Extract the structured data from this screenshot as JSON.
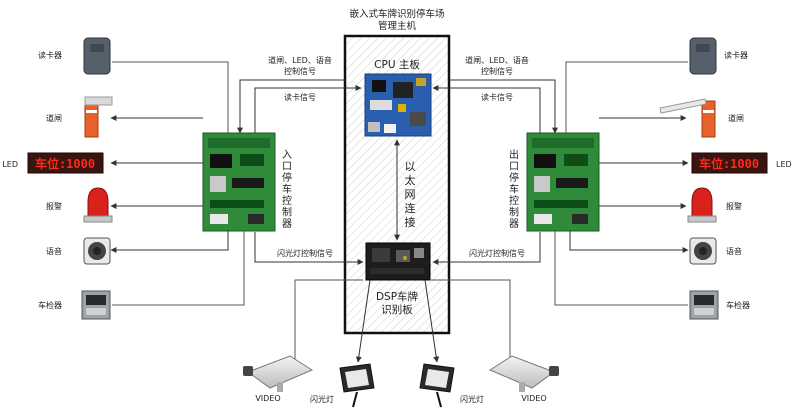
{
  "host": {
    "title_line1": "嵌入式车牌识别停车场",
    "title_line2": "管理主机"
  },
  "cpu": {
    "label": "CPU 主板"
  },
  "dsp": {
    "label_line1": "DSP车牌",
    "label_line2": "识别板"
  },
  "ethernet": {
    "label_chars": [
      "以",
      "太",
      "网",
      "连",
      "接"
    ]
  },
  "controllers": {
    "entry_label": "入口停车控制器",
    "exit_label": "出口停车控制器"
  },
  "signals": {
    "gate_line1": "道闸、LED、语音",
    "gate_line2": "控制信号",
    "reader": "读卡信号",
    "flash": "闪光灯控制信号"
  },
  "devices": {
    "card_reader": "读卡器",
    "barrier": "道闸",
    "led": "LED",
    "alarm": "报警",
    "voice": "语音",
    "detector": "车检器",
    "video": "VIDEO",
    "flash": "闪光灯"
  },
  "led_display": {
    "text": "车位:1000"
  },
  "colors": {
    "pcb_green": "#2f8a3a",
    "board_blue": "#2a5fb0",
    "barrier_orange": "#e8602a",
    "alarm_red": "#d9221b",
    "led_bg": "#3a1410",
    "led_text": "#ff2a1a"
  }
}
